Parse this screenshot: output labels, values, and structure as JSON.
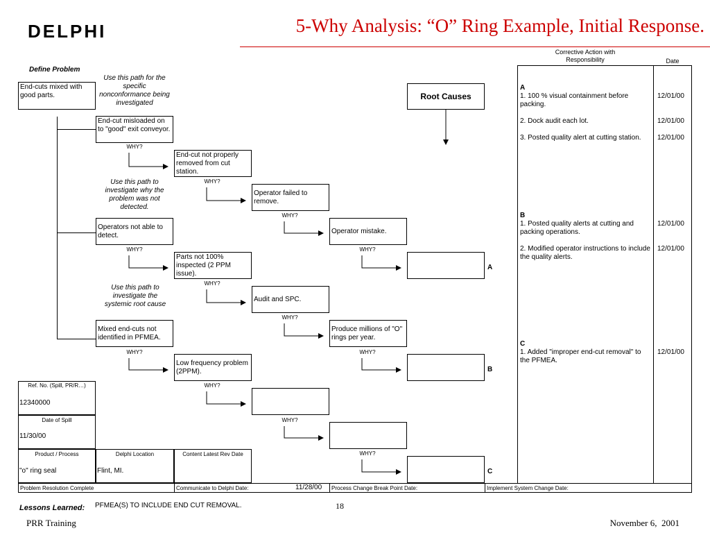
{
  "header": {
    "logo": "DELPHI",
    "title": "5-Why Analysis: “O” Ring Example, Initial Response."
  },
  "define_problem": {
    "heading": "Define Problem",
    "problem": "End-cuts mixed with good parts."
  },
  "notes": {
    "specific": "Use this path for the specific nonconformance being investigated",
    "detect": "Use this path to investigate why the problem was not detected.",
    "systemic": "Use this path to investigate the systemic root cause"
  },
  "why_label": "WHY?",
  "paths": {
    "specific": [
      "End-cut misloaded on to \"good\" exit conveyor.",
      "End-cut not properly removed from cut station.",
      "Operator failed to remove.",
      "Operator mistake."
    ],
    "detect": [
      "Operators not able to detect.",
      "Parts not 100% inspected (2 PPM issue).",
      "Audit and SPC."
    ],
    "systemic": [
      "Mixed end-cuts not identified in PFMEA.",
      "Produce millions of \"O\" rings per year.",
      "Low frequency problem (2PPM)."
    ]
  },
  "root_causes": {
    "label": "Root Causes",
    "a": "A",
    "b": "B",
    "c": "C"
  },
  "corrective": {
    "header_action": "Corrective Action with Responsibility",
    "header_date": "Date",
    "group_a": {
      "letter": "A",
      "items": [
        {
          "text": "1. 100 % visual containment before packing.",
          "date": "12/01/00"
        },
        {
          "text": "2. Dock audit each lot.",
          "date": "12/01/00"
        },
        {
          "text": "3. Posted quality alert at cutting station.",
          "date": "12/01/00"
        }
      ]
    },
    "group_b": {
      "letter": "B",
      "items": [
        {
          "text": "1. Posted quality alerts at cutting and packing operations.",
          "date": "12/01/00"
        },
        {
          "text": "2. Modified operator instructions to include the quality alerts.",
          "date": "12/01/00"
        }
      ]
    },
    "group_c": {
      "letter": "C",
      "items": [
        {
          "text": "1. Added \"improper end-cut removal\" to the PFMEA.",
          "date": "12/01/00"
        }
      ]
    }
  },
  "info": {
    "ref_label": "Ref. No. (Spill, PR/R…)",
    "ref_value": "12340000",
    "spill_label": "Date of Spill",
    "spill_value": "11/30/00",
    "product_label": "Product / Process",
    "product_value": "\"o\" ring seal",
    "location_label": "Delphi Location",
    "location_value": "Flint, MI.",
    "content_label": "Content Latest Rev Date"
  },
  "footer_row": {
    "resolution": "Problem Resolution Complete",
    "communicate": "Communicate to Delphi Date:",
    "communicate_date": "11/28/00",
    "break_point": "Process Change Break Point Date:",
    "implement": "Implement System Change Date:"
  },
  "lessons": {
    "label": "Lessons Learned:",
    "text": "PFMEA(S) TO INCLUDE END CUT REMOVAL."
  },
  "slide": {
    "page": "18",
    "left": "PRR Training",
    "right": "November 6,  2001"
  }
}
